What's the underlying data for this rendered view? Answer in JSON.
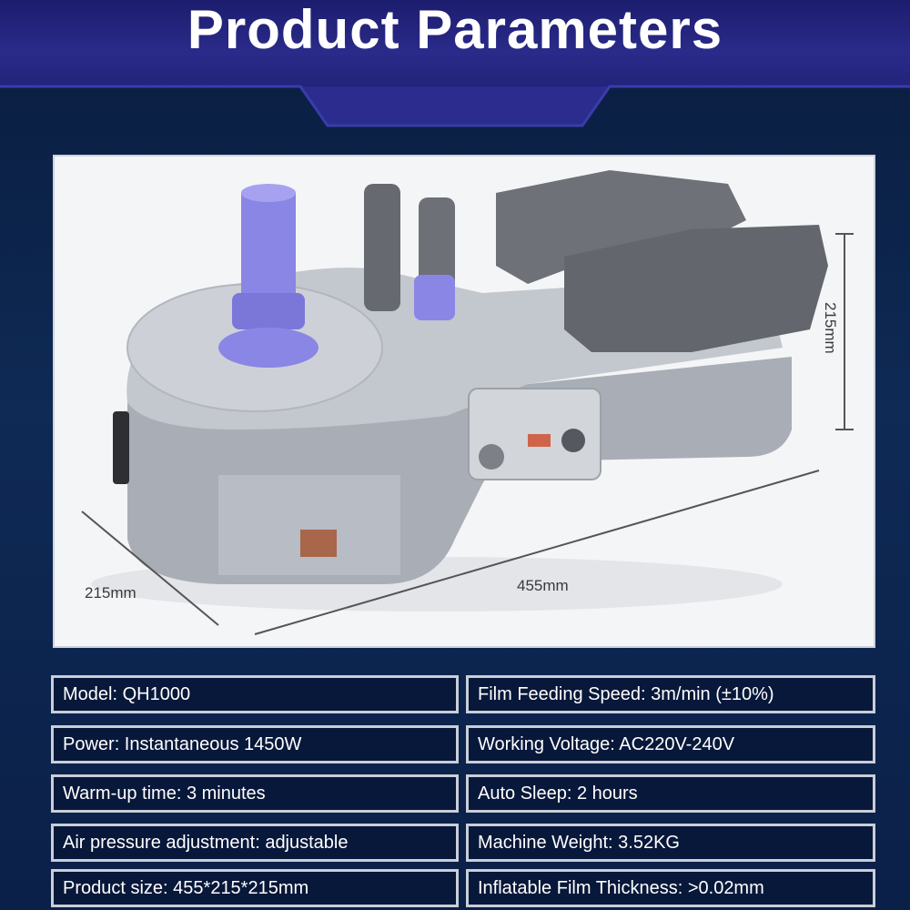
{
  "title": "Product Parameters",
  "dimensions": {
    "height": "215mm",
    "depth": "215mm",
    "length": "455mm"
  },
  "specs": [
    {
      "left": "Model: QH1000",
      "right": "Film Feeding Speed: 3m/min (±10%)"
    },
    {
      "left": "Power: Instantaneous 1450W",
      "right": "Working Voltage: AC220V-240V"
    },
    {
      "left": "Warm-up time: 3 minutes",
      "right": "Auto Sleep: 2 hours"
    },
    {
      "left": "Air pressure adjustment: adjustable",
      "right": "Machine Weight: 3.52KG"
    },
    {
      "left": "Product size: 455*215*215mm",
      "right": "Inflatable Film Thickness: >0.02mm"
    }
  ],
  "colors": {
    "background": "#0b1f44",
    "banner": "#2a2a8a",
    "machine_body": "#b9bec6",
    "machine_lid": "#6e7178",
    "spool": "#8a86e6"
  }
}
